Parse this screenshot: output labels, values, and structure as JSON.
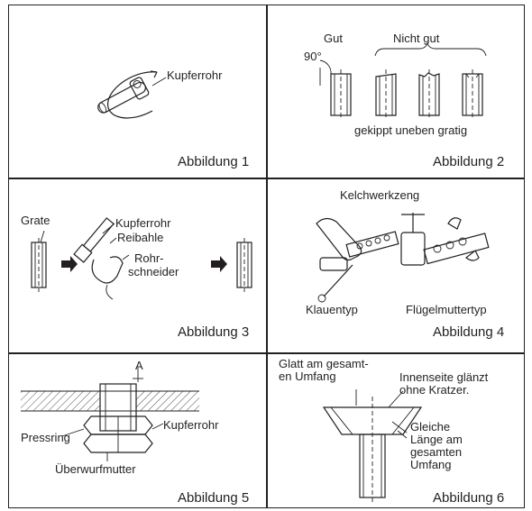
{
  "figures": [
    {
      "caption": "Abbildung 1",
      "labels": {
        "copper_pipe": "Kupferrohr"
      }
    },
    {
      "caption": "Abbildung 2",
      "labels": {
        "good": "Gut",
        "not_good": "Nicht gut",
        "angle": "90°",
        "bad_types": "gekippt uneben gratig"
      }
    },
    {
      "caption": "Abbildung 3",
      "labels": {
        "burr": "Grate",
        "copper_pipe": "Kupferrohr",
        "reamer": "Reibahle",
        "cutter_1": "Rohr-",
        "cutter_2": "schneider"
      }
    },
    {
      "caption": "Abbildung 4",
      "labels": {
        "flare_tool": "Kelchwerkzeng",
        "clamp_type": "Klauentyp",
        "wingnut_type": "Flügelmuttertyp"
      }
    },
    {
      "caption": "Abbildung 5",
      "labels": {
        "a": "A",
        "copper_pipe": "Kupferrohr",
        "flare_ring": "Pressring",
        "flare_nut": "Überwurfmutter"
      }
    },
    {
      "caption": "Abbildung 6",
      "labels": {
        "smooth_1": "Glatt am gesamt-",
        "smooth_2": "en Umfang",
        "inner_1": "Innenseite glänzt",
        "inner_2": "ohne Kratzer.",
        "equal_1": "Gleiche",
        "equal_2": "Länge am",
        "equal_3": "gesamten",
        "equal_4": "Umfang"
      }
    }
  ]
}
